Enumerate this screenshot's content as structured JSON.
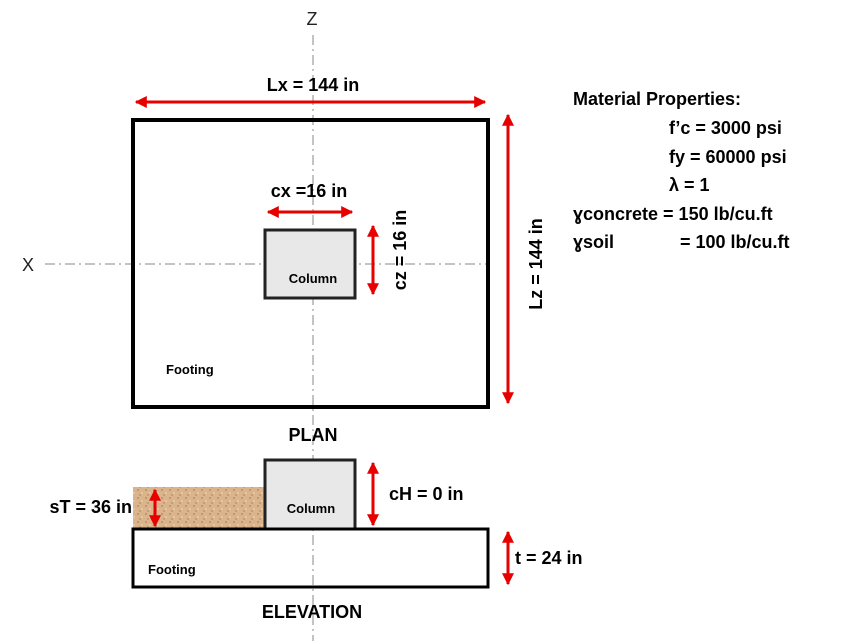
{
  "axes": {
    "z_label": "Z",
    "x_label": "X"
  },
  "plan": {
    "title": "PLAN",
    "lx_label": "Lx = 144 in",
    "lz_label": "Lz = 144 in",
    "cx_label": "cx =16 in",
    "cz_label": "cz = 16 in",
    "column_label": "Column",
    "footing_label": "Footing"
  },
  "elevation": {
    "title": "ELEVATION",
    "st_label": "sT = 36 in",
    "ch_label": "cH = 0 in",
    "t_label": "t = 24 in",
    "column_label": "Column",
    "footing_label": "Footing"
  },
  "material": {
    "heading": "Material Properties:",
    "fc": "f’c = 3000 psi",
    "fy": "fy = 60000 psi",
    "lambda": "λ = 1",
    "gamma_concrete": "ɣconcrete = 150 lb/cu.ft",
    "gamma_soil_name": "ɣsoil",
    "gamma_soil_value": "= 100 lb/cu.ft"
  },
  "colors": {
    "dimension_arrow": "#e60000",
    "outline": "#000000",
    "column_fill": "#e8e8e8",
    "soil_fill": "#d9b48c",
    "axis_line": "#888888"
  }
}
